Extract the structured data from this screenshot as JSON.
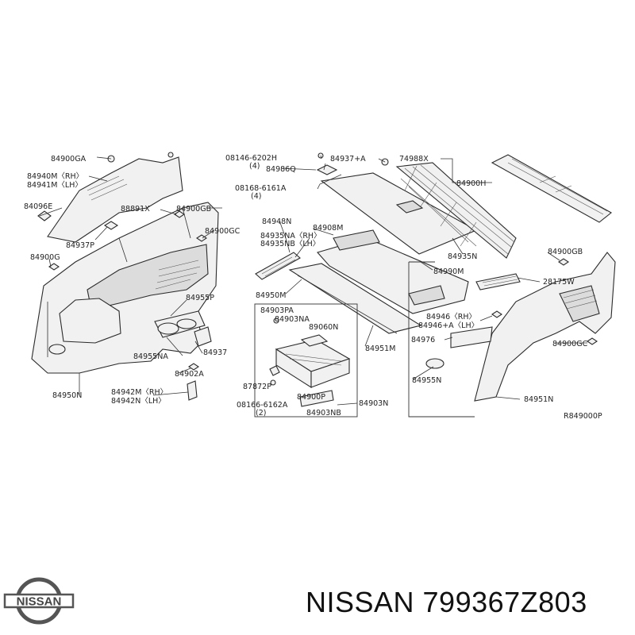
{
  "diagram": {
    "ref_code": "R849000P",
    "labels": [
      "84900GA",
      "84940M〈RH〉",
      "84941M〈LH〉",
      "84096E",
      "88891X",
      "84900GB",
      "84937P",
      "84900GC",
      "84900G",
      "84955P",
      "84955NA",
      "84937",
      "84902A",
      "84942M〈RH〉",
      "84942N〈LH〉",
      "84950N",
      "08146-6202H",
      "(4)",
      "84937+A",
      "74988X",
      "84986Q",
      "84900H",
      "08168-6161A",
      "(4)",
      "84948N",
      "84908M",
      "84935NA〈RH〉",
      "84935NB〈LH〉",
      "84935N",
      "84990M",
      "84950M",
      "84903PA",
      "84903NA",
      "89060N",
      "87872P",
      "84900P",
      "08166-6162A",
      "(2)",
      "84903NB",
      "84903N",
      "84951M",
      "84900GB",
      "28175W",
      "84946〈RH〉",
      "84946+A〈LH〉",
      "84976",
      "84900GC",
      "84955N",
      "84951N"
    ]
  },
  "footer": {
    "brand_logo": "NISSAN",
    "part_number": "NISSAN 799367Z803"
  }
}
